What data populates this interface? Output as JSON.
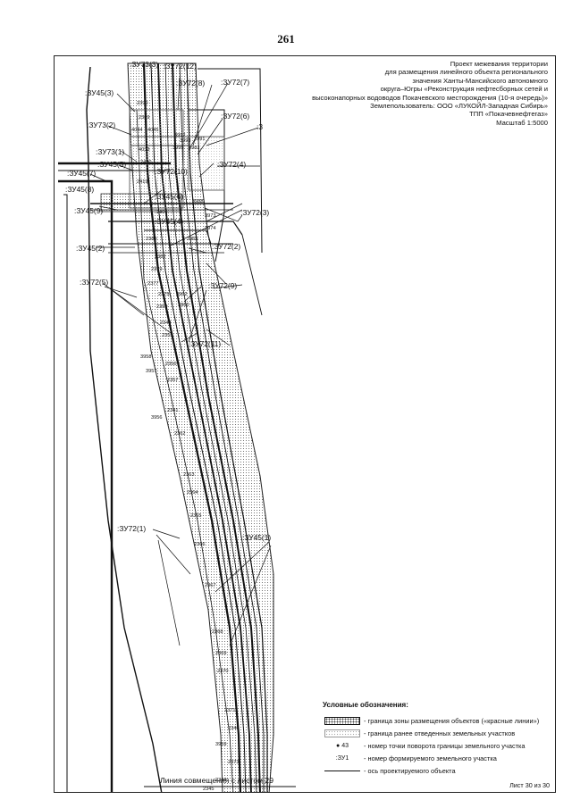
{
  "page_number": "261",
  "title_block": {
    "lines": [
      "Проект межевания территории",
      "для размещения линейного объекта регионального",
      "значения Ханты-Мансийского автономного",
      "округа–Югры «Реконструкция нефтесборных сетей и",
      "высоконапорных водоводов Покачевского месторождения (10-я очередь)»",
      "Землепользователь: ООО «ЛУКОЙЛ-Западная Сибирь»",
      "ТПП «Покачевнефтегаз»",
      "Масштаб 1:5000"
    ]
  },
  "parcel_labels": [
    ":ЗУ73(3)",
    ":ЗУ72(12)",
    ":ЗУ72(8)",
    ":ЗУ72(7)",
    ":ЗУ45(3)",
    ":ЗУ72(6)",
    ":3",
    ":ЗУ73(2)",
    ":ЗУ73(1)",
    ":ЗУ45(5)",
    ":ЗУ45(7)",
    ":ЗУ72(10)",
    ":ЗУ72(4)",
    ":ЗУ45(8)",
    ":ЗУ45(6)",
    ":ЗУ45(9)",
    ":ЗУ72(3)",
    ":ЗУ45(4)",
    ":ЗУ45(2)",
    ":ЗУ72(2)",
    ":ЗУ72(5)",
    ":ЗУ72(9)",
    ":ЗУ72(11)",
    ":ЗУ72(1)",
    ":ЗУ45(1)"
  ],
  "point_numbers": [
    "2390",
    "2389",
    "4044",
    "4045",
    "3992",
    "3993",
    "3982",
    "3995",
    "3991",
    "4033",
    "2400",
    "2419",
    "3988",
    "2406",
    "3973",
    "3974",
    "3965",
    "2380",
    "2382",
    "2379",
    "2377",
    "2375",
    "2350",
    "3962",
    "3960",
    "2348",
    "2355",
    "3958",
    "2356",
    "2357",
    "3957",
    "2341",
    "3956",
    "2362",
    "2363",
    "2364",
    "2365",
    "2366",
    "2367",
    "2368",
    "2369",
    "2370",
    "2371",
    "2346",
    "3959",
    "2373",
    "2344",
    "2345"
  ],
  "legend": {
    "title": "Условные обозначения:",
    "items": [
      {
        "text": "- граница зоны размещения объектов («красные линии»)"
      },
      {
        "text": "- граница ранее отведенных земельных участков"
      },
      {
        "symbol_text": "43",
        "text": "- номер точки поворота границы земельного участка"
      },
      {
        "symbol_text": ":ЗУ1",
        "text": "- номер формируемого земельного участка"
      },
      {
        "text": "- ось проектируемого объекта"
      }
    ]
  },
  "combine_line": "Линия совмещения с листом 29",
  "sheet_footer": "Лист 30 из 30"
}
